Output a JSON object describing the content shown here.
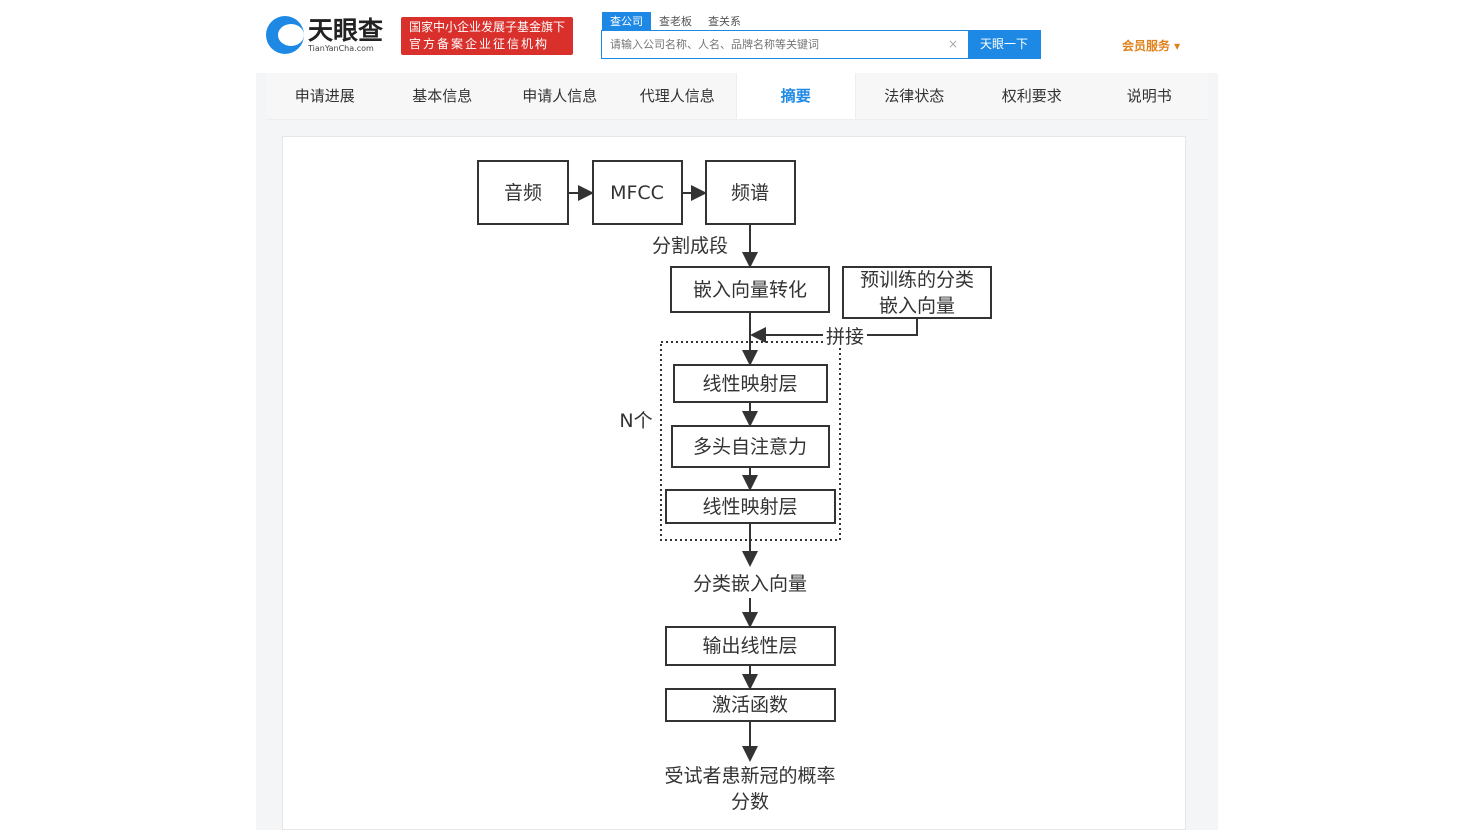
{
  "header": {
    "logo_cn": "天眼查",
    "logo_en": "TianYanCha.com",
    "badge_line1": "国家中小企业发展子基金旗下",
    "badge_line2": "官方备案企业征信机构",
    "search_tabs": [
      "查公司",
      "查老板",
      "查关系"
    ],
    "search_placeholder": "请输入公司名称、人名、品牌名称等关键词",
    "clear": "×",
    "search_button": "天眼一下",
    "member": "会员服务 ▾"
  },
  "nav": [
    "申请进展",
    "基本信息",
    "申请人信息",
    "代理人信息",
    "摘要",
    "法律状态",
    "权利要求",
    "说明书"
  ],
  "diagram": {
    "audio": "音频",
    "mfcc": "MFCC",
    "spectrum": "频谱",
    "segment": "分割成段",
    "embed": "嵌入向量转化",
    "pretrained_1": "预训练的分类",
    "pretrained_2": "嵌入向量",
    "concat": "拼接",
    "n": "N个",
    "linear1": "线性映射层",
    "mhsa": "多头自注意力",
    "linear2": "线性映射层",
    "cls_embed": "分类嵌入向量",
    "output": "输出线性层",
    "activation": "激活函数",
    "result_1": "受试者患新冠的概率",
    "result_2": "分数"
  }
}
